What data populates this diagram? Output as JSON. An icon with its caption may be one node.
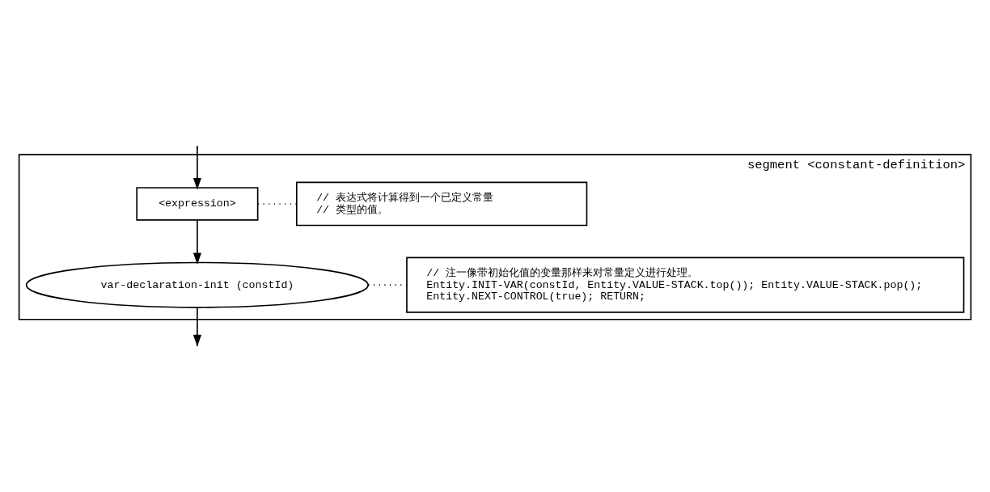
{
  "diagram": {
    "nodes": [
      {
        "text": [
          "segment <constant-definition>"
        ]
      },
      {
        "text": [
          "<expression>"
        ],
        "in": 0
      },
      {
        "text": [
          "// 表达式将计算得到一个已定义常量",
          "// 类型的值。"
        ],
        "in": 0
      },
      {
        "text": [
          "var-declaration-init (constId)"
        ],
        "in": 0
      },
      {
        "text": [
          "// 注一像带初始化值的变量那样来对常量定义进行处理。",
          "Entity.INIT-VAR(constId, Entity.VALUE-STACK.top()); Entity.VALUE-STACK.pop();",
          "Entity.NEXT-CONTROL(true); RETURN;"
        ],
        "in": 0
      }
    ],
    "edges": [
      {
        "from": null,
        "to": 1,
        "arrow": "to"
      },
      {
        "from": 1,
        "to": 2,
        "arrow": "none",
        "style": "dashed"
      },
      {
        "from": 1,
        "to": 3,
        "arrow": "to"
      },
      {
        "from": 4,
        "to": 3,
        "arrow": "none",
        "style": "dashed"
      },
      {
        "from": 3,
        "to": null,
        "arrow": "to"
      }
    ]
  }
}
